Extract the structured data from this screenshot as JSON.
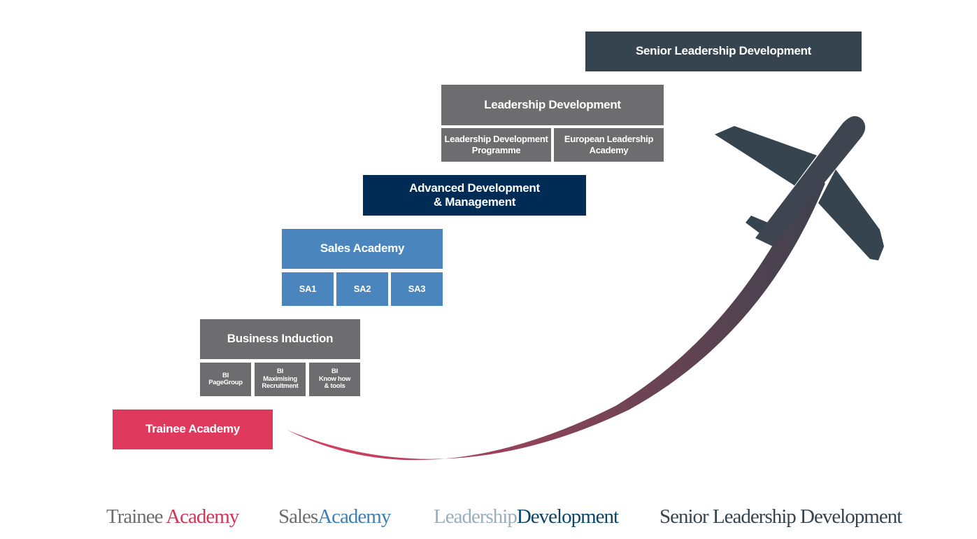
{
  "stages": {
    "senior": {
      "title": "Senior Leadership Development"
    },
    "leadership": {
      "title": "Leadership Development",
      "sub": [
        "Leadership Development Programme",
        "European Leadership Academy"
      ]
    },
    "advanced": {
      "title_line1": "Advanced Development",
      "title_line2": "& Management"
    },
    "sales": {
      "title": "Sales Academy",
      "sub": [
        "SA1",
        "SA2",
        "SA3"
      ]
    },
    "induction": {
      "title": "Business Induction",
      "sub": [
        {
          "l1": "BI",
          "l2": "PageGroup",
          "l3": ""
        },
        {
          "l1": "BI",
          "l2": "Maximising",
          "l3": "Recruitment"
        },
        {
          "l1": "BI",
          "l2": "Know how",
          "l3": "& tools"
        }
      ]
    },
    "trainee": {
      "title": "Trainee Academy"
    }
  },
  "legend": [
    {
      "a": "Trainee ",
      "b": "Academy"
    },
    {
      "a": "Sales",
      "b": "Academy"
    },
    {
      "a": "Leadership",
      "b": "Development"
    },
    {
      "a": "Senior Leadership Development",
      "b": ""
    }
  ],
  "colors": {
    "trainee": "#e0395e",
    "grey": "#6d6d6f",
    "sales": "#4a86bd",
    "advanced": "#002b54",
    "senior": "#36444f"
  }
}
